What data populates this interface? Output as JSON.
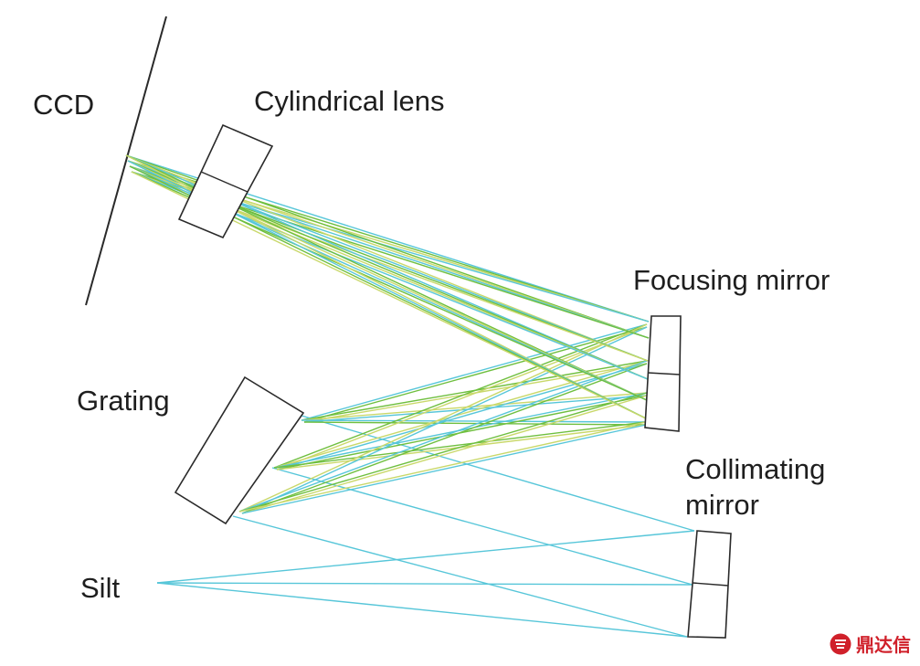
{
  "labels": {
    "ccd": "CCD",
    "cylindrical_lens": "Cylindrical lens",
    "focusing_mirror": "Focusing mirror",
    "grating": "Grating",
    "collimating_mirror_line1": "Collimating",
    "collimating_mirror_line2": "mirror",
    "slit": "Silt"
  },
  "watermark": "鼎达信",
  "colors": {
    "outline": "#2a2a2a",
    "ray_cyan": "#57c6d9",
    "ray_green": "#6fbf3f",
    "ray_yellow": "#c9d86a",
    "watermark": "#d0202a"
  }
}
